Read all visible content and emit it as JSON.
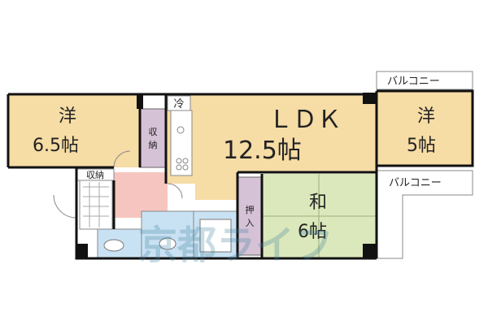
{
  "rooms": {
    "western_left": {
      "name": "洋",
      "size": "6.5帖"
    },
    "ldk": {
      "name": "ＬＤＫ",
      "size": "12.5帖"
    },
    "western_right": {
      "name": "洋",
      "size": "5帖"
    },
    "japanese": {
      "name": "和",
      "size": "6帖"
    }
  },
  "storage": {
    "closet_center": "収納",
    "closet_left": "収納",
    "oshiire": "押入"
  },
  "fridge_label": "冷",
  "balconies": {
    "upper": "バルコニー",
    "lower": "バルコニー"
  },
  "watermark": "京都ライフ",
  "colors": {
    "western": "#f6dca5",
    "ldk": "#f6dca5",
    "japanese": "#dbe8bb",
    "storage": "#d6c2d6",
    "bath": "#c9e2f3",
    "entrance": "#f7c5bf",
    "wall": "#111111"
  }
}
